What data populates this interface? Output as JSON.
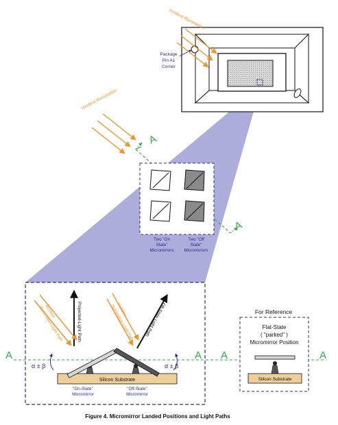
{
  "caption": "Figure 4.  Micromirror Landed Positions and Light Paths",
  "labels": {
    "incident_illumination": "Incident Illumination",
    "package_pin_corner": [
      "Package",
      "Pin A1",
      "Corner"
    ],
    "section_marker": "A",
    "two_on_state": [
      "Two \"On",
      "State\"",
      "Micromirrors"
    ],
    "two_off_state": [
      "Two \"Off",
      "State\"",
      "Micromirrors"
    ],
    "projected_light_path": "Projected-Light Path",
    "incident_illumination_light_path": [
      "Incident",
      "Illumination-Light Path"
    ],
    "off_state_light_path": "Off-State Light Path",
    "tilt_angle": "α ± β",
    "silicon_substrate": "Silicon Substrate",
    "on_state_micromirror": [
      "\"On-State\"",
      "Micromirror"
    ],
    "off_state_micromirror": [
      "\"Off-State\"",
      "Micromirror"
    ],
    "for_reference": "For Reference",
    "flat_state": [
      "Flat-State",
      "( \"parked\" )",
      "Micromirror Position"
    ]
  },
  "colors": {
    "orange": "#f0932b",
    "green": "#2ea84a",
    "navy": "#2b2b8c",
    "lavender": "#a4a4d8",
    "substrate": "#eecf9a"
  }
}
